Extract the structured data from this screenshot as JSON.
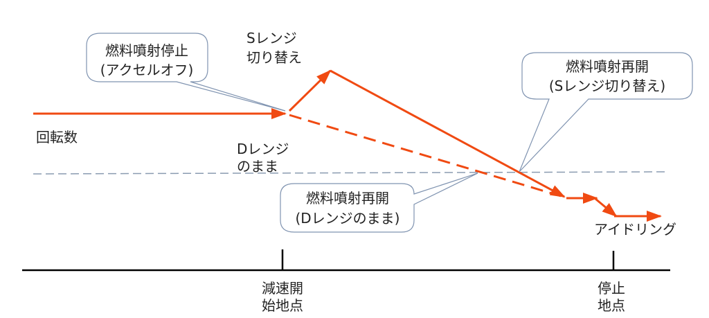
{
  "colors": {
    "curve": "#f04a12",
    "callout_border": "#7f93b0",
    "reference": "#8a9bb0",
    "axis": "#000000"
  },
  "labels": {
    "rpm": "回転数",
    "s_range": [
      "Sレンジ",
      "切り替え"
    ],
    "d_range": [
      "Dレンジ",
      "のまま"
    ],
    "idling": "アイドリング",
    "decel_start": [
      "減速開",
      "始地点"
    ],
    "stop_point": [
      "停止",
      "地点"
    ]
  },
  "callouts": {
    "fuel_cut": [
      "燃料噴射停止",
      "(アクセルオフ)"
    ],
    "resume_s": [
      "燃料噴射再開",
      "(Sレンジ切り替え)"
    ],
    "resume_d": [
      "燃料噴射再開",
      "(Dレンジのまま)"
    ]
  }
}
